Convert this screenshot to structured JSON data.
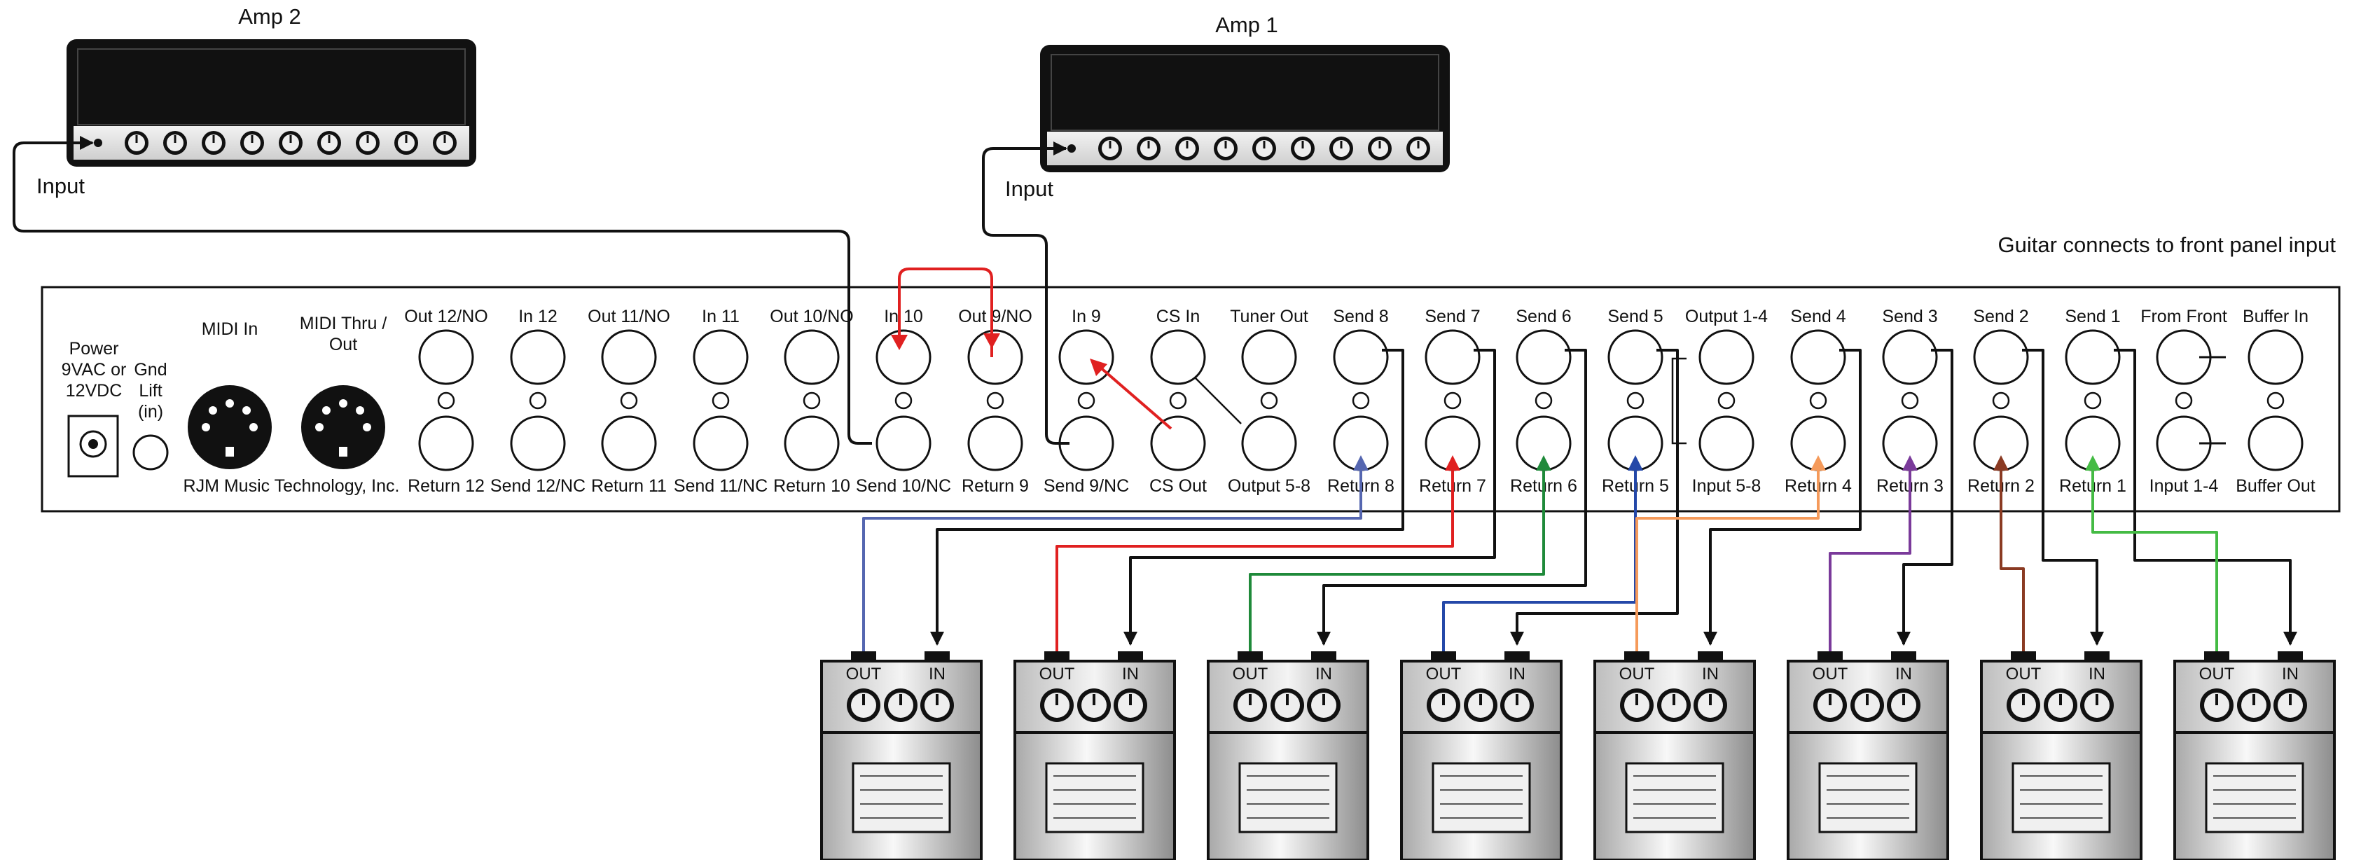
{
  "amps": [
    {
      "title": "Amp 2",
      "input_label": "Input"
    },
    {
      "title": "Amp 1",
      "input_label": "Input"
    }
  ],
  "note": "Guitar connects to front panel input",
  "rack": {
    "power_label": [
      "Power",
      "9VAC or",
      "12VDC"
    ],
    "gnd_lift_label": [
      "Gnd",
      "Lift",
      "(in)"
    ],
    "midi_in_label": "MIDI In",
    "midi_thru_label": [
      "MIDI Thru /",
      "Out"
    ],
    "maker": "RJM Music Technology, Inc.",
    "columns": [
      {
        "top": "Out 12/NO",
        "bottom": "Return 12"
      },
      {
        "top": "In 12",
        "bottom": "Send 12/NC"
      },
      {
        "top": "Out 11/NO",
        "bottom": "Return 11"
      },
      {
        "top": "In 11",
        "bottom": "Send 11/NC"
      },
      {
        "top": "Out 10/NO",
        "bottom": "Return 10"
      },
      {
        "top": "In 10",
        "bottom": "Send 10/NC"
      },
      {
        "top": "Out 9/NO",
        "bottom": "Return 9"
      },
      {
        "top": "In 9",
        "bottom": "Send 9/NC"
      },
      {
        "top": "CS In",
        "bottom": "CS Out"
      },
      {
        "top": "Tuner Out",
        "bottom": "Output 5-8"
      },
      {
        "top": "Send 8",
        "bottom": "Return 8"
      },
      {
        "top": "Send 7",
        "bottom": "Return 7"
      },
      {
        "top": "Send 6",
        "bottom": "Return 6"
      },
      {
        "top": "Send 5",
        "bottom": "Return 5"
      },
      {
        "top": "Output 1-4",
        "bottom": "Input 5-8"
      },
      {
        "top": "Send 4",
        "bottom": "Return 4"
      },
      {
        "top": "Send 3",
        "bottom": "Return 3"
      },
      {
        "top": "Send 2",
        "bottom": "Return 2"
      },
      {
        "top": "Send 1",
        "bottom": "Return 1"
      },
      {
        "top": "From Front",
        "bottom": "Input 1-4"
      },
      {
        "top": "Buffer In",
        "bottom": "Buffer Out"
      }
    ]
  },
  "pedals": [
    {
      "out_label": "OUT",
      "in_label": "IN"
    },
    {
      "out_label": "OUT",
      "in_label": "IN"
    },
    {
      "out_label": "OUT",
      "in_label": "IN"
    },
    {
      "out_label": "OUT",
      "in_label": "IN"
    },
    {
      "out_label": "OUT",
      "in_label": "IN"
    },
    {
      "out_label": "OUT",
      "in_label": "IN"
    },
    {
      "out_label": "OUT",
      "in_label": "IN"
    },
    {
      "out_label": "OUT",
      "in_label": "IN"
    }
  ],
  "colors": {
    "loop8": "#5566b0",
    "loop7": "#e02020",
    "loop6": "#1f8a3a",
    "loop5": "#2448a8",
    "loop4": "#f59a5a",
    "loop3": "#7a3a9a",
    "loop2": "#8a3a22",
    "loop1": "#44bb44",
    "cable": "#111111",
    "red_link": "#e02020"
  }
}
